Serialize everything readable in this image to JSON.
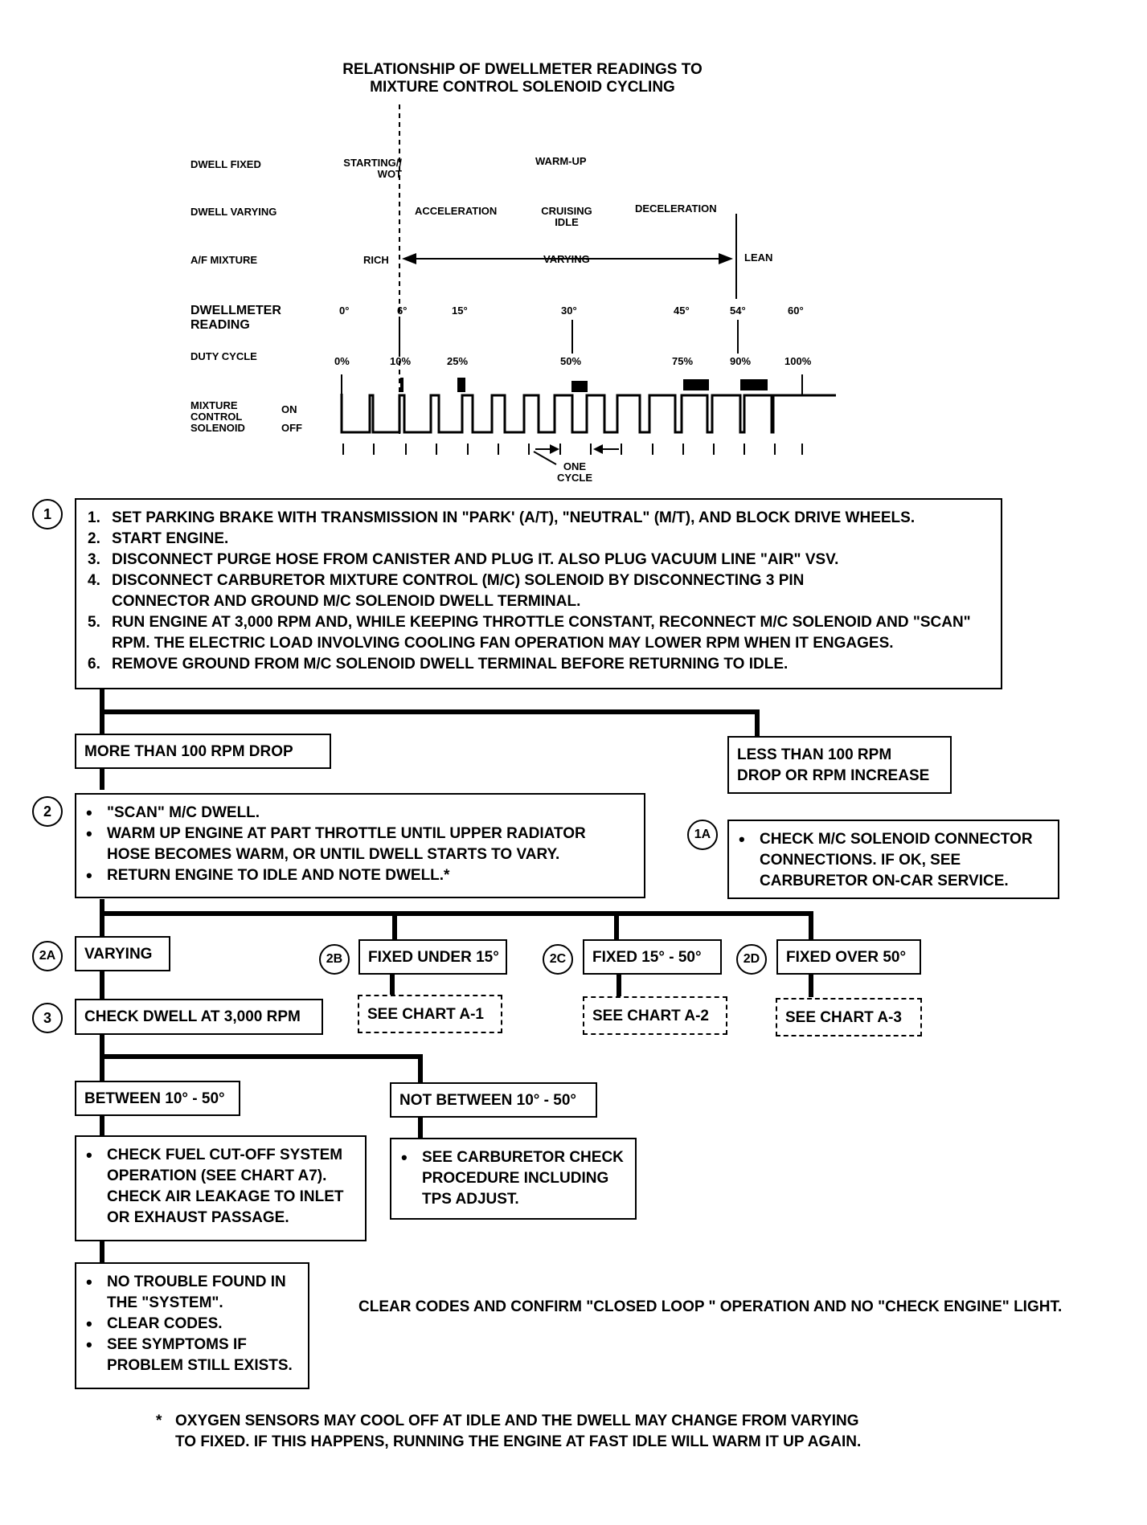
{
  "chart": {
    "title_line1": "RELATIONSHIP OF DWELLMETER READINGS TO",
    "title_line2": "MIXTURE CONTROL SOLENOID CYCLING",
    "row_labels": {
      "dwell_fixed": "DWELL FIXED",
      "dwell_varying": "DWELL VARYING",
      "af_mixture": "A/F MIXTURE",
      "dwellmeter_line1": "DWELLMETER",
      "dwellmeter_line2": "READING",
      "duty_cycle": "DUTY CYCLE",
      "mixture_line1": "MIXTURE",
      "mixture_line2": "CONTROL",
      "mixture_line3": "SOLENOID",
      "on": "ON",
      "off": "OFF"
    },
    "starting_line1": "STARTING//",
    "starting_line2": "WOT",
    "warm_up": "WARM-UP",
    "acceleration": "ACCELERATION",
    "cruising_line1": "CRUISING",
    "cruising_line2": "IDLE",
    "deceleration": "DECELERATION",
    "rich": "RICH",
    "varying": "VARYING",
    "lean": "LEAN",
    "dwell_readings": [
      "0°",
      "6°",
      "15°",
      "30°",
      "45°",
      "54°",
      "60°"
    ],
    "duty_cycles": [
      "0%",
      "10%",
      "25%",
      "50%",
      "75%",
      "90%",
      "100%"
    ],
    "one_cycle_line1": "ONE",
    "one_cycle_line2": "CYCLE"
  },
  "step1": {
    "badge": "1",
    "items": [
      {
        "n": "1.",
        "text": "SET PARKING BRAKE WITH TRANSMISSION IN \"PARK' (A/T), \"NEUTRAL\" (M/T), AND BLOCK DRIVE WHEELS."
      },
      {
        "n": "2.",
        "text": "START ENGINE."
      },
      {
        "n": "3.",
        "text": "DISCONNECT PURGE HOSE FROM CANISTER AND PLUG IT.  ALSO PLUG VACUUM LINE \"AIR\" VSV."
      },
      {
        "n": "4.",
        "text": "DISCONNECT CARBURETOR MIXTURE CONTROL (M/C) SOLENOID BY DISCONNECTING 3 PIN CONNECTOR AND GROUND M/C SOLENOID DWELL TERMINAL."
      },
      {
        "n": "5.",
        "text": "RUN ENGINE AT 3,000 RPM AND, WHILE KEEPING THROTTLE CONSTANT, RECONNECT M/C SOLENOID AND \"SCAN\" RPM.  THE ELECTRIC LOAD INVOLVING COOLING FAN OPERATION MAY LOWER RPM WHEN IT ENGAGES."
      },
      {
        "n": "6.",
        "text": "REMOVE GROUND FROM M/C SOLENOID DWELL TERMINAL BEFORE RETURNING TO IDLE."
      }
    ]
  },
  "more_than": "MORE THAN 100 RPM DROP",
  "less_than_line1": "LESS THAN 100 RPM",
  "less_than_line2": "DROP OR RPM INCREASE",
  "step2": {
    "badge": "2",
    "items": [
      "\"SCAN\" M/C DWELL.",
      "WARM UP ENGINE AT PART THROTTLE UNTIL UPPER RADIATOR HOSE BECOMES WARM, OR UNTIL DWELL STARTS TO VARY.",
      "RETURN ENGINE TO IDLE AND NOTE DWELL.*"
    ]
  },
  "step1a": {
    "badge": "1A",
    "items": [
      "CHECK M/C SOLENOID CONNECTOR CONNECTIONS.  IF OK, SEE CARBURETOR ON-CAR SERVICE."
    ]
  },
  "branch2a": {
    "badge": "2A",
    "label": "VARYING"
  },
  "branch2b": {
    "badge": "2B",
    "label": "FIXED UNDER 15°",
    "chart": "SEE CHART A-1"
  },
  "branch2c": {
    "badge": "2C",
    "label": "FIXED 15° - 50°",
    "chart": "SEE CHART A-2"
  },
  "branch2d": {
    "badge": "2D",
    "label": "FIXED OVER 50°",
    "chart": "SEE CHART A-3"
  },
  "step3": {
    "badge": "3",
    "label": "CHECK DWELL AT 3,000 RPM"
  },
  "between": "BETWEEN 10° - 50°",
  "not_between": "NOT BETWEEN 10° - 50°",
  "fuel_cut": {
    "items": [
      "CHECK FUEL CUT-OFF SYSTEM OPERATION (SEE CHART A7). CHECK AIR LEAKAGE TO INLET OR EXHAUST PASSAGE."
    ]
  },
  "carb_check": {
    "items": [
      "SEE CARBURETOR CHECK PROCEDURE INCLUDING TPS ADJUST."
    ]
  },
  "no_trouble": {
    "items": [
      "NO TROUBLE FOUND IN THE \"SYSTEM\".",
      "CLEAR CODES.",
      "SEE SYMPTOMS IF PROBLEM STILL EXISTS."
    ]
  },
  "clear_codes_note": "CLEAR CODES AND CONFIRM \"CLOSED LOOP \" OPERATION AND NO \"CHECK ENGINE\" LIGHT.",
  "footnote_star": "*",
  "footnote_line1": "OXYGEN SENSORS MAY COOL OFF AT IDLE AND THE DWELL MAY CHANGE FROM VARYING",
  "footnote_line2": "TO FIXED.  IF THIS HAPPENS, RUNNING THE ENGINE AT FAST IDLE WILL WARM IT UP AGAIN."
}
